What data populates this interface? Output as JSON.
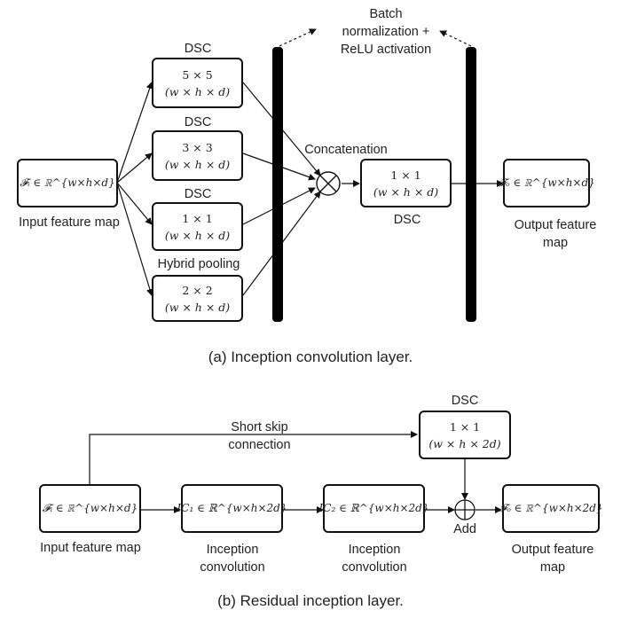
{
  "panel_a": {
    "caption": "(a) Inception convolution layer.",
    "batch_note": "Batch\nnormalization +\nReLU activation",
    "input_box_math": "𝓕ᵢ ∈ ℝ^{w×h×d}",
    "input_label": "Input feature map",
    "branches": [
      {
        "label": "DSC",
        "size": "5 × 5",
        "dims": "(w × h × d)"
      },
      {
        "label": "DSC",
        "size": "3 × 3",
        "dims": "(w × h × d)"
      },
      {
        "label": "DSC",
        "size": "1 × 1",
        "dims": "(w × h × d)"
      },
      {
        "label": "Hybrid pooling",
        "size": "2 × 2",
        "dims": "(w × h × d)"
      }
    ],
    "concat_label": "Concatenation",
    "mid_box": {
      "size": "1 × 1",
      "dims": "(w × h × d)",
      "label": "DSC"
    },
    "output_box_math": "𝓕ₒ ∈ ℝ^{w×h×d}",
    "output_label": "Output feature\nmap"
  },
  "panel_b": {
    "caption": "(b) Residual inception layer.",
    "skip_label": "Short skip\nconnection",
    "dsc_box": {
      "label": "DSC",
      "size": "1 × 1",
      "dims": "(w × h × 2d)"
    },
    "input_box_math": "𝓕ᵢ ∈ ℝ^{w×h×d}",
    "input_label": "Input feature map",
    "ic1_math": "IC₁ ∈ ℝ^{w×h×2d}",
    "ic1_label": "Inception\nconvolution",
    "ic2_math": "IC₂ ∈ ℝ^{w×h×2d}",
    "ic2_label": "Inception\nconvolution",
    "add_label": "Add",
    "output_box_math": "𝓕ₒ ∈ ℝ^{w×h×2d}",
    "output_label": "Output feature\nmap"
  }
}
